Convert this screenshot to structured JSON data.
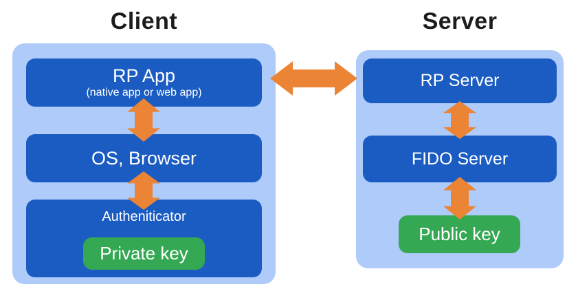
{
  "diagram": {
    "client": {
      "title": "Client",
      "boxes": {
        "rp_app": {
          "label": "RP App",
          "sublabel": "(native app or web app)"
        },
        "os_browser": {
          "label": "OS, Browser"
        },
        "authenticator": {
          "label": "Autheniticator",
          "key_label": "Private key"
        }
      }
    },
    "server": {
      "title": "Server",
      "boxes": {
        "rp_server": {
          "label": "RP Server"
        },
        "fido_server": {
          "label": "FIDO Server"
        },
        "public_key": {
          "label": "Public key"
        }
      }
    },
    "colors": {
      "container_bg": "#AECBFA",
      "box_bg": "#1B5CC2",
      "key_bg": "#34A853",
      "arrow": "#EC8436",
      "title_text": "#1C1C1C",
      "box_text": "#FFFFFF"
    }
  }
}
